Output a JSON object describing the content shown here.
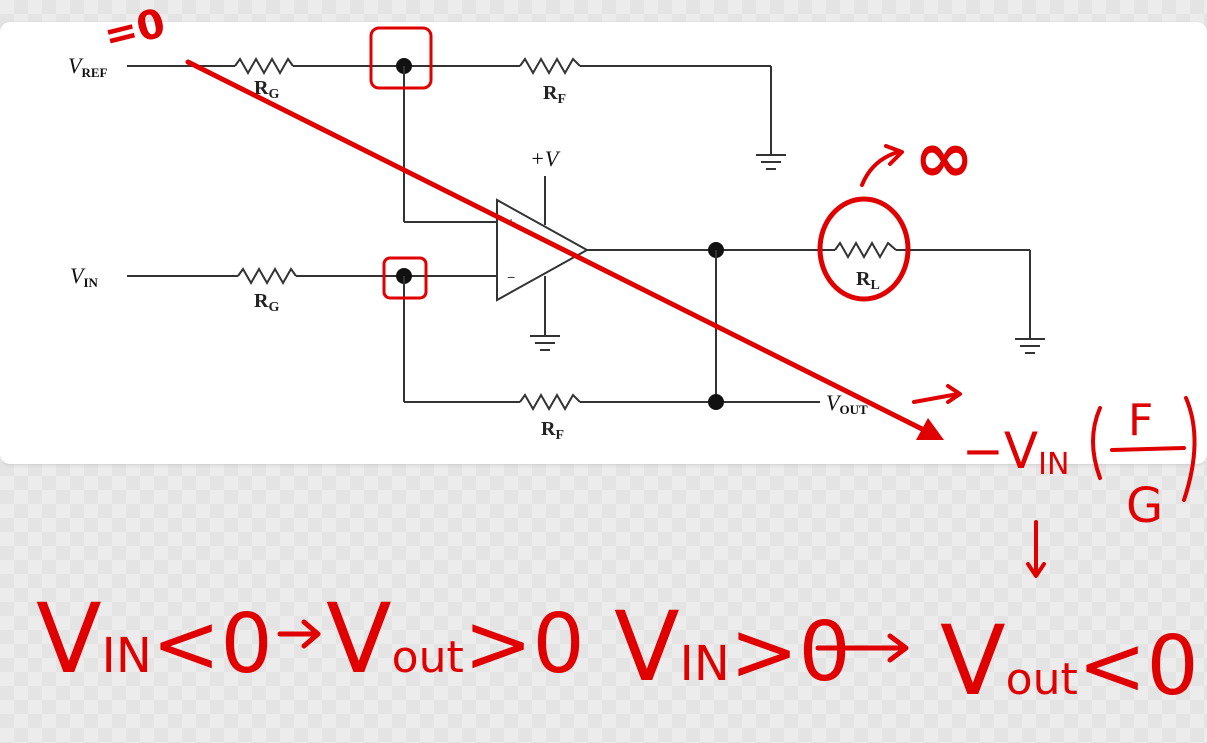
{
  "circuit": {
    "vref_label": "V",
    "vref_sub": "REF",
    "vin_label": "V",
    "vin_sub": "IN",
    "vout_label": "V",
    "vout_sub": "OUT",
    "rg_top": "R",
    "rg_top_sub": "G",
    "rg_bottom": "R",
    "rg_bottom_sub": "G",
    "rf_top": "R",
    "rf_top_sub": "F",
    "rf_bottom": "R",
    "rf_bottom_sub": "F",
    "rl": "R",
    "rl_sub": "L",
    "supply_label": "+V",
    "minus_sign": "−"
  },
  "annotations": {
    "vref_zero": "=0",
    "infinity": "∞",
    "formula_prefix": "−V",
    "formula_sub": "IN",
    "fraction_top": "F",
    "fraction_bottom": "G",
    "eq1_left": "V",
    "eq1_left_sub": "IN",
    "eq1_rel": "<0",
    "eq1_right": "V",
    "eq1_right_sub": "out",
    "eq1_rel2": ">0",
    "eq2_left": "V",
    "eq2_left_sub": "IN",
    "eq2_rel": ">0",
    "eq2_right": "V",
    "eq2_right_sub": "out",
    "eq2_rel2": "<0",
    "ink_color": "#e10000"
  }
}
